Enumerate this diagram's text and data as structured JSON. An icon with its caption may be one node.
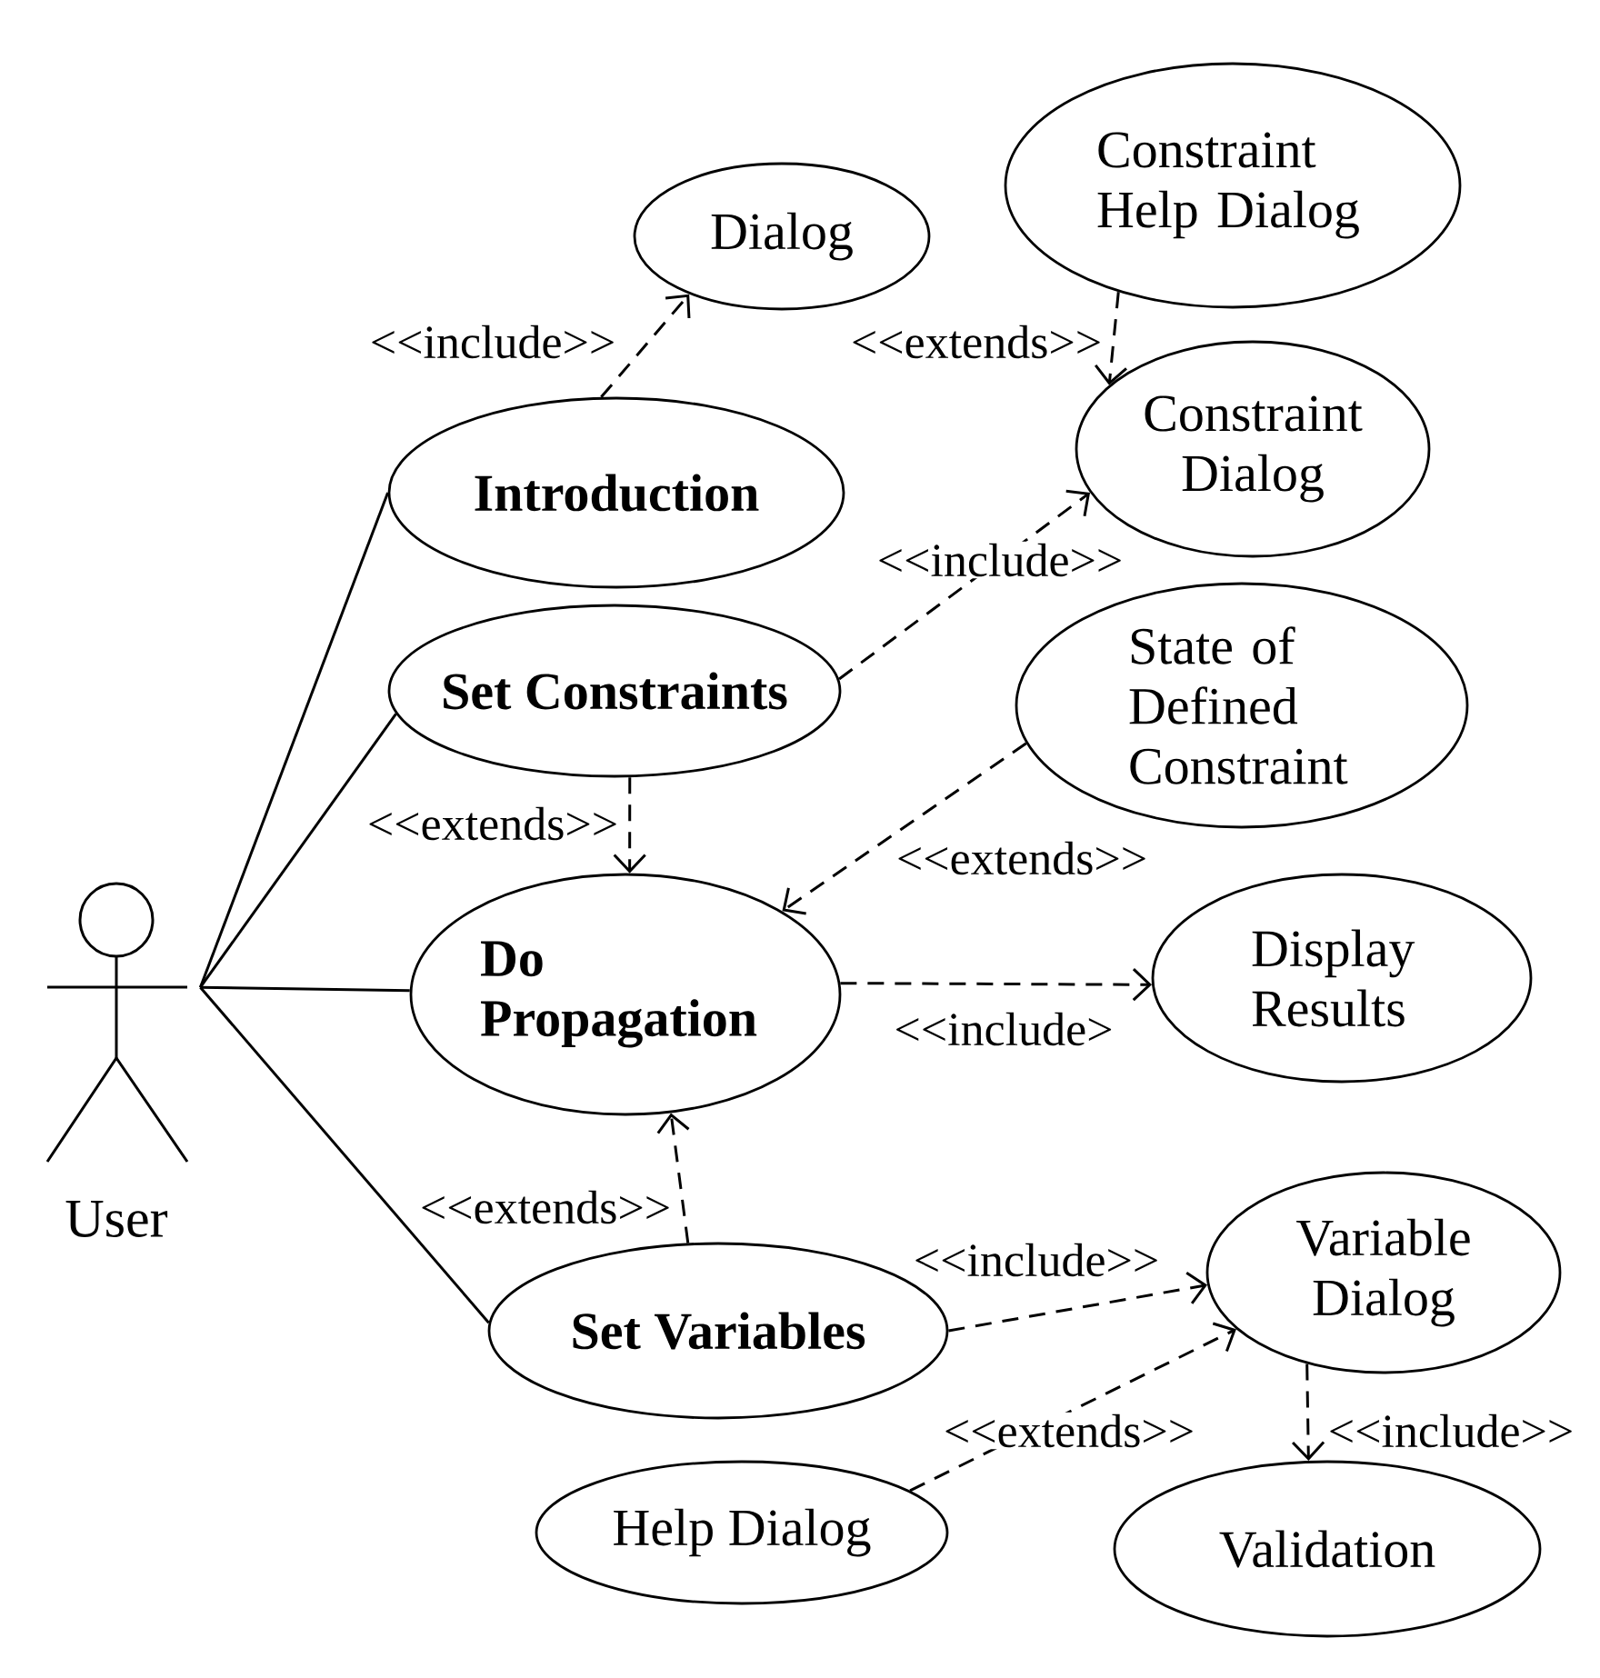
{
  "diagram": {
    "nodes": [
      {
        "text": [
          "User"
        ]
      },
      {
        "text": [
          "Dialog"
        ]
      },
      {
        "text": [
          "Constraint Help Dialog"
        ]
      },
      {
        "text": [
          "Introduction"
        ]
      },
      {
        "text": [
          "Constraint Dialog"
        ]
      },
      {
        "text": [
          "Set Constraints"
        ]
      },
      {
        "text": [
          "State of Defined Constraint"
        ]
      },
      {
        "text": [
          "Do Propagation"
        ]
      },
      {
        "text": [
          "Display Results"
        ]
      },
      {
        "text": [
          "Set Variables"
        ]
      },
      {
        "text": [
          "Variable Dialog"
        ]
      },
      {
        "text": [
          "Help Dialog"
        ]
      },
      {
        "text": [
          "Validation"
        ]
      }
    ],
    "edges": [
      {
        "from": 0,
        "to": 3,
        "arrow": "none"
      },
      {
        "from": 0,
        "to": 5,
        "arrow": "none"
      },
      {
        "from": 0,
        "to": 7,
        "arrow": "none"
      },
      {
        "from": 0,
        "to": 9,
        "arrow": "none"
      },
      {
        "from": 3,
        "to": 1,
        "arrow": "to",
        "label": "<<include>>",
        "style": "dashed"
      },
      {
        "from": 2,
        "to": 4,
        "arrow": "to",
        "label": "<<extends>>",
        "style": "dashed"
      },
      {
        "from": 5,
        "to": 4,
        "arrow": "to",
        "label": "<<include>>",
        "style": "dashed"
      },
      {
        "from": 5,
        "to": 7,
        "arrow": "to",
        "label": "<<extends>>",
        "style": "dashed"
      },
      {
        "from": 6,
        "to": 7,
        "arrow": "to",
        "label": "<<extends>>",
        "style": "dashed"
      },
      {
        "from": 7,
        "to": 8,
        "arrow": "to",
        "label": "<<include>",
        "style": "dashed"
      },
      {
        "from": 9,
        "to": 7,
        "arrow": "to",
        "label": "<<extends>>",
        "style": "dashed"
      },
      {
        "from": 9,
        "to": 10,
        "arrow": "to",
        "label": "<<include>>",
        "style": "dashed"
      },
      {
        "from": 11,
        "to": 10,
        "arrow": "to",
        "label": "<<extends>>",
        "style": "dashed"
      },
      {
        "from": 10,
        "to": 12,
        "arrow": "to",
        "label": "<<include>>",
        "style": "dashed"
      }
    ]
  }
}
